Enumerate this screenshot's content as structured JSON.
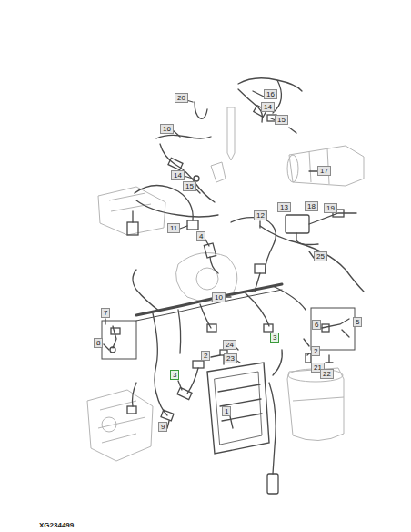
{
  "diagram": {
    "labels": [
      "16",
      "20",
      "14",
      "15",
      "16",
      "17",
      "14",
      "15",
      "13",
      "18",
      "19",
      "12",
      "11",
      "4",
      "25",
      "10",
      "7",
      "5",
      "6",
      "3",
      "8",
      "24",
      "2",
      "2",
      "23",
      "21",
      "22",
      "3",
      "1",
      "9",
      "XG234499"
    ]
  }
}
